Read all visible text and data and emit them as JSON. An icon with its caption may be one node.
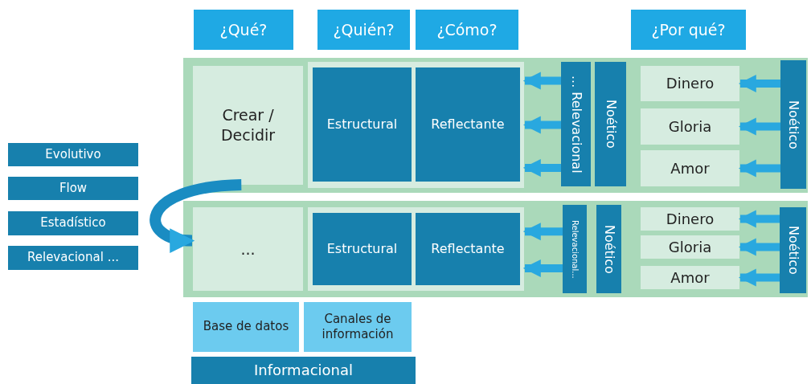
{
  "diagram": {
    "nodes": [
      {
        "text": [
          "¿Qué?"
        ]
      },
      {
        "text": [
          "¿Quién?"
        ]
      },
      {
        "text": [
          "¿Cómo?"
        ]
      },
      {
        "text": [
          "¿Por qué?"
        ]
      },
      {
        "text": [],
        "shape": "box"
      },
      {
        "text": [
          "Crear / Decidir"
        ],
        "in": 4
      },
      {
        "text": [],
        "shape": "box",
        "in": 4
      },
      {
        "text": [
          "Estructural"
        ],
        "in": 6
      },
      {
        "text": [
          "Reflectante"
        ],
        "in": 6
      },
      {
        "text": [
          "... Relevacional"
        ],
        "in": 4
      },
      {
        "text": [
          "Noético"
        ],
        "in": 4
      },
      {
        "text": [
          "Dinero"
        ],
        "in": 4
      },
      {
        "text": [
          "Gloria"
        ],
        "in": 4
      },
      {
        "text": [
          "Amor"
        ],
        "in": 4
      },
      {
        "text": [
          "Noético"
        ],
        "in": 4
      },
      {
        "text": [],
        "shape": "box"
      },
      {
        "text": [
          "..."
        ],
        "in": 15
      },
      {
        "text": [],
        "shape": "box",
        "in": 15
      },
      {
        "text": [
          "Estructural"
        ],
        "in": 17
      },
      {
        "text": [
          "Reflectante"
        ],
        "in": 17
      },
      {
        "text": [
          "Relevacional..."
        ],
        "in": 15
      },
      {
        "text": [
          "Noético"
        ],
        "in": 15
      },
      {
        "text": [
          "Dinero"
        ],
        "in": 15
      },
      {
        "text": [
          "Gloria"
        ],
        "in": 15
      },
      {
        "text": [
          "Amor"
        ],
        "in": 15
      },
      {
        "text": [
          "Noético"
        ],
        "in": 15
      },
      {
        "text": [
          "Evolutivo"
        ]
      },
      {
        "text": [
          "Flow"
        ]
      },
      {
        "text": [
          "Estadístico"
        ]
      },
      {
        "text": [
          "Relevacional ..."
        ]
      },
      {
        "text": [
          "Base de datos"
        ]
      },
      {
        "text": [
          "Canales de información"
        ]
      },
      {
        "text": [
          "Informacional"
        ]
      }
    ],
    "edges": [
      {
        "from": 9,
        "to": 6,
        "arrow": "to"
      },
      {
        "from": 9,
        "to": 6,
        "arrow": "to"
      },
      {
        "from": 9,
        "to": 6,
        "arrow": "to"
      },
      {
        "from": 14,
        "to": 11,
        "arrow": "to"
      },
      {
        "from": 14,
        "to": 12,
        "arrow": "to"
      },
      {
        "from": 14,
        "to": 13,
        "arrow": "to"
      },
      {
        "from": 5,
        "to": 16,
        "arrow": "to"
      },
      {
        "from": 20,
        "to": 17,
        "arrow": "to"
      },
      {
        "from": 20,
        "to": 17,
        "arrow": "to"
      },
      {
        "from": 25,
        "to": 22,
        "arrow": "to"
      },
      {
        "from": 25,
        "to": 23,
        "arrow": "to"
      },
      {
        "from": 25,
        "to": 24,
        "arrow": "to"
      }
    ]
  }
}
